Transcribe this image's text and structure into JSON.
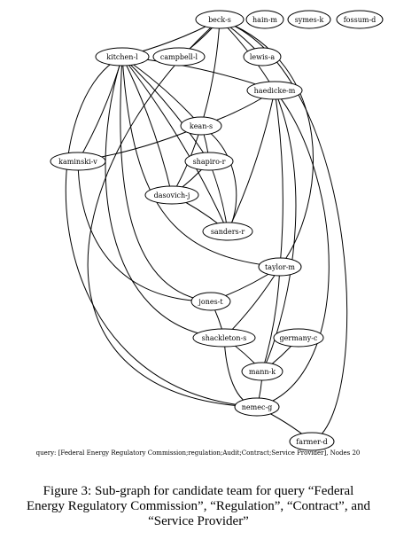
{
  "graph": {
    "nodes": [
      {
        "id": "beck-s",
        "label": "beck-s"
      },
      {
        "id": "hain-m",
        "label": "hain-m"
      },
      {
        "id": "symes-k",
        "label": "symes-k"
      },
      {
        "id": "fossum-d",
        "label": "fossum-d"
      },
      {
        "id": "kitchen-l",
        "label": "kitchen-l"
      },
      {
        "id": "campbell-l",
        "label": "campbell-l"
      },
      {
        "id": "lewis-a",
        "label": "lewis-a"
      },
      {
        "id": "haedicke-m",
        "label": "haedicke-m"
      },
      {
        "id": "kean-s",
        "label": "kean-s"
      },
      {
        "id": "kaminski-v",
        "label": "kaminski-v"
      },
      {
        "id": "shapiro-r",
        "label": "shapiro-r"
      },
      {
        "id": "dasovich-j",
        "label": "dasovich-j"
      },
      {
        "id": "sanders-r",
        "label": "sanders-r"
      },
      {
        "id": "taylor-m",
        "label": "taylor-m"
      },
      {
        "id": "jones-t",
        "label": "jones-t"
      },
      {
        "id": "shackleton-s",
        "label": "shackleton-s"
      },
      {
        "id": "germany-c",
        "label": "germany-c"
      },
      {
        "id": "mann-k",
        "label": "mann-k"
      },
      {
        "id": "nemec-g",
        "label": "nemec-g"
      },
      {
        "id": "farmer-d",
        "label": "farmer-d"
      }
    ],
    "edges": [
      [
        "beck-s",
        "kitchen-l"
      ],
      [
        "beck-s",
        "campbell-l"
      ],
      [
        "beck-s",
        "lewis-a"
      ],
      [
        "beck-s",
        "haedicke-m"
      ],
      [
        "beck-s",
        "kean-s"
      ],
      [
        "beck-s",
        "taylor-m"
      ],
      [
        "beck-s",
        "nemec-g"
      ],
      [
        "beck-s",
        "farmer-d"
      ],
      [
        "kitchen-l",
        "haedicke-m"
      ],
      [
        "kitchen-l",
        "kean-s"
      ],
      [
        "kitchen-l",
        "kaminski-v"
      ],
      [
        "kitchen-l",
        "shapiro-r"
      ],
      [
        "kitchen-l",
        "dasovich-j"
      ],
      [
        "kitchen-l",
        "sanders-r"
      ],
      [
        "kitchen-l",
        "taylor-m"
      ],
      [
        "kitchen-l",
        "jones-t"
      ],
      [
        "kitchen-l",
        "shackleton-s"
      ],
      [
        "kitchen-l",
        "nemec-g"
      ],
      [
        "haedicke-m",
        "kean-s"
      ],
      [
        "haedicke-m",
        "sanders-r"
      ],
      [
        "haedicke-m",
        "taylor-m"
      ],
      [
        "haedicke-m",
        "mann-k"
      ],
      [
        "haedicke-m",
        "nemec-g"
      ],
      [
        "kean-s",
        "kaminski-v"
      ],
      [
        "kean-s",
        "shapiro-r"
      ],
      [
        "kean-s",
        "dasovich-j"
      ],
      [
        "kean-s",
        "sanders-r"
      ],
      [
        "kaminski-v",
        "jones-t"
      ],
      [
        "shapiro-r",
        "dasovich-j"
      ],
      [
        "shapiro-r",
        "sanders-r"
      ],
      [
        "dasovich-j",
        "sanders-r"
      ],
      [
        "taylor-m",
        "jones-t"
      ],
      [
        "taylor-m",
        "shackleton-s"
      ],
      [
        "taylor-m",
        "mann-k"
      ],
      [
        "jones-t",
        "shackleton-s"
      ],
      [
        "shackleton-s",
        "mann-k"
      ],
      [
        "shackleton-s",
        "nemec-g"
      ],
      [
        "germany-c",
        "mann-k"
      ],
      [
        "mann-k",
        "nemec-g"
      ],
      [
        "nemec-g",
        "farmer-d"
      ]
    ]
  },
  "query_line": "query: [Federal Energy Regulatory Commission;regulation;Audit;Contract;Service Provider], Nodes 20",
  "caption": {
    "line1": "Figure 3: Sub-graph for candidate team for query “Federal",
    "line2": "Energy Regulatory Commission”, “Regulation”, “Contract”, and",
    "line3": "“Service Provider”"
  }
}
